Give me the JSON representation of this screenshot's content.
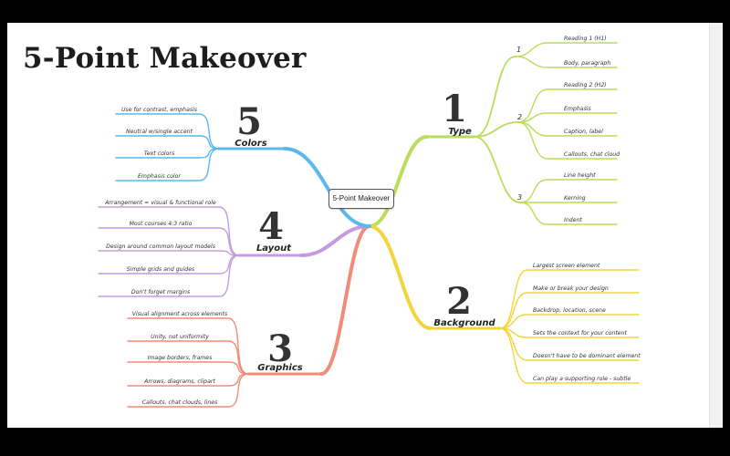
{
  "title": "5-Point Makeover",
  "center": "5-Point Makeover",
  "branches": [
    {
      "number": "1",
      "name": "Type",
      "color": "#b9dd5c",
      "subgroups": [
        {
          "label": "1",
          "items": [
            "Reading 1 (H1)",
            "Body, paragraph"
          ]
        },
        {
          "label": "2",
          "items": [
            "Reading 2 (H2)",
            "Emphasis",
            "Caption, label",
            "Callouts, chat cloud"
          ]
        },
        {
          "label": "3",
          "items": [
            "Line height",
            "Kerning",
            "Indent"
          ]
        }
      ]
    },
    {
      "number": "2",
      "name": "Background",
      "color": "#f2d53a",
      "items": [
        "Largest screen element",
        "Make or break your design",
        "Backdrop, location, scene",
        "Sets the context for your content",
        "Doesn't have to be dominant element",
        "Can play a supporting role - subtle"
      ]
    },
    {
      "number": "3",
      "name": "Graphics",
      "color": "#f08c78",
      "items": [
        "Visual alignment across elements",
        "Unity, not uniformity",
        "Image borders, frames",
        "Arrows, diagrams, clipart",
        "Callouts, chat clouds, lines"
      ]
    },
    {
      "number": "4",
      "name": "Layout",
      "color": "#c49be0",
      "items": [
        "Arrangement = visual & functional role",
        "Most courses 4:3 ratio",
        "Design around common layout models",
        "Simple grids and guides",
        "Don't forget margins"
      ]
    },
    {
      "number": "5",
      "name": "Colors",
      "color": "#5ab9ea",
      "items": [
        "Use for contrast, emphasis",
        "Neutral w/single accent",
        "Text colors",
        "Emphasis color"
      ]
    }
  ]
}
